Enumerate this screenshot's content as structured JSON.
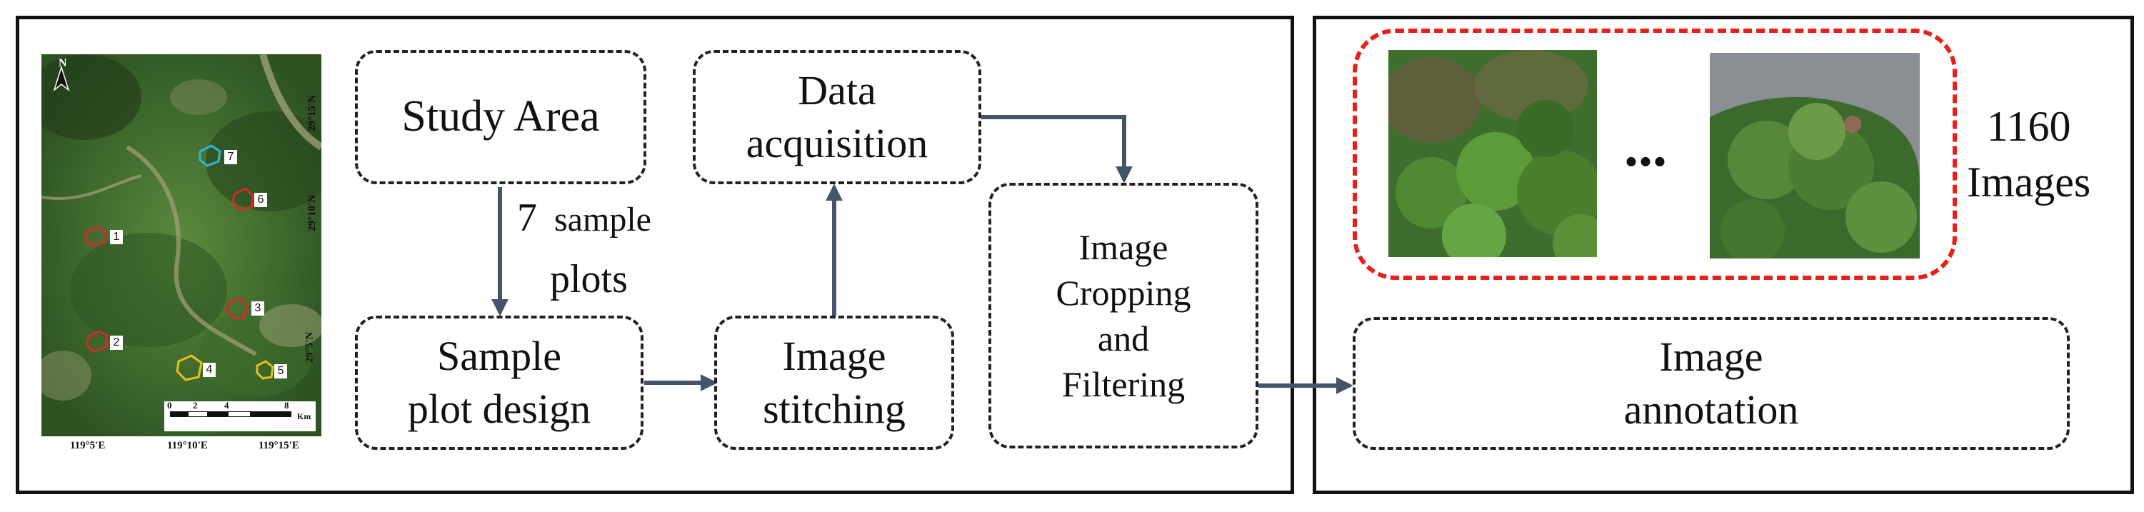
{
  "colors": {
    "arrow": "#44546a",
    "frame": "#111111",
    "highlight_border": "#e8201a",
    "plot_red": "#d42a2a",
    "plot_yellow": "#e6c21a",
    "plot_cyan": "#2fb8d8",
    "forest": "#3e6e2e"
  },
  "map": {
    "north_label": "N",
    "x_ticks": [
      "119°5'E",
      "119°10'E",
      "119°15'E"
    ],
    "y_ticks": [
      "29°15'N",
      "29°10'N",
      "29°5'N"
    ],
    "scale_ticks": [
      "0",
      "2",
      "4",
      "8"
    ],
    "scale_unit": "Km",
    "plots": [
      "1",
      "2",
      "3",
      "4",
      "5",
      "6",
      "7"
    ]
  },
  "nodes": {
    "study_area": "Study Area",
    "sample_plot_design": "Sample\nplot design",
    "image_stitching": "Image\nstitching",
    "data_acquisition": "Data\nacquisition",
    "image_cropping": "Image\nCropping\nand\nFiltering",
    "image_annotation": "Image\nannotation"
  },
  "edge_labels": {
    "sample_plots_a": "7",
    "sample_plots_b": "sample",
    "sample_plots_c": "plots"
  },
  "dataset": {
    "ellipsis": "...",
    "count_label": "1160\nImages"
  }
}
